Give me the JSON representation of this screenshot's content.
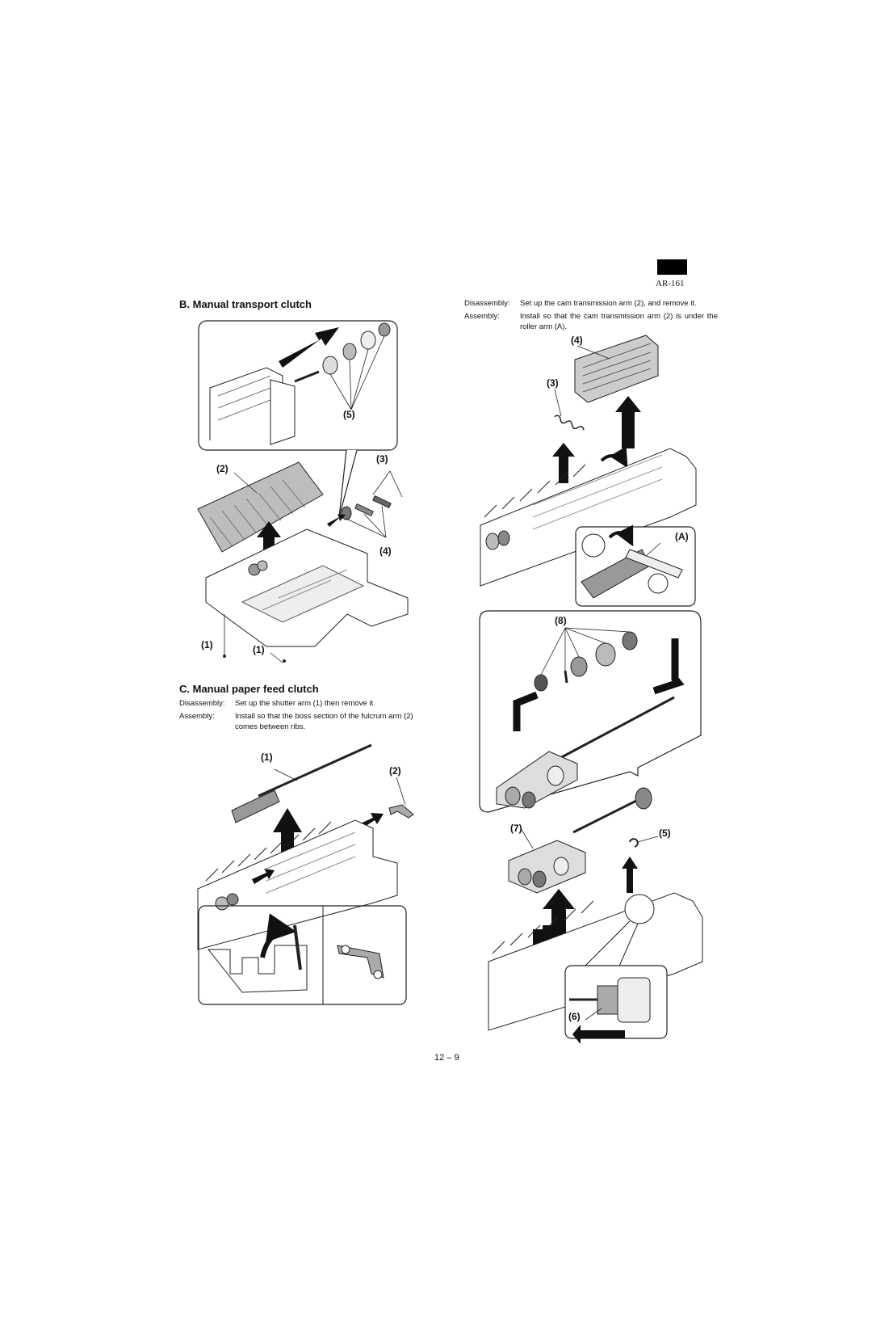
{
  "header": {
    "model": "AR-161"
  },
  "sectionB": {
    "heading": "B. Manual transport clutch",
    "callouts": {
      "c1a": "(1)",
      "c1b": "(1)",
      "c2": "(2)",
      "c3": "(3)",
      "c4": "(4)",
      "c5": "(5)"
    }
  },
  "sectionC": {
    "heading": "C. Manual paper feed clutch",
    "disassembly_label": "Disassembly:",
    "disassembly_text": "Set up the shutter arm (1) then remove it.",
    "assembly_label": "Assembly:",
    "assembly_text": "Install so that the boss section  of the  fulcrum arm (2) comes between ribs.",
    "callouts": {
      "c1": "(1)",
      "c2": "(2)"
    }
  },
  "right": {
    "disassembly_label": "Disassembly:",
    "disassembly_text": "Set up the cam transmission arm (2), and remove it.",
    "assembly_label": "Assembly:",
    "assembly_text": "Install so that the cam transmission arm (2) is under the roller arm (A).",
    "callouts": {
      "c4": "(4)",
      "c3": "(3)",
      "cA": "(A)",
      "c8": "(8)",
      "c7": "(7)",
      "c5": "(5)",
      "c6": "(6)"
    }
  },
  "footer": {
    "page_number": "12 – 9"
  }
}
